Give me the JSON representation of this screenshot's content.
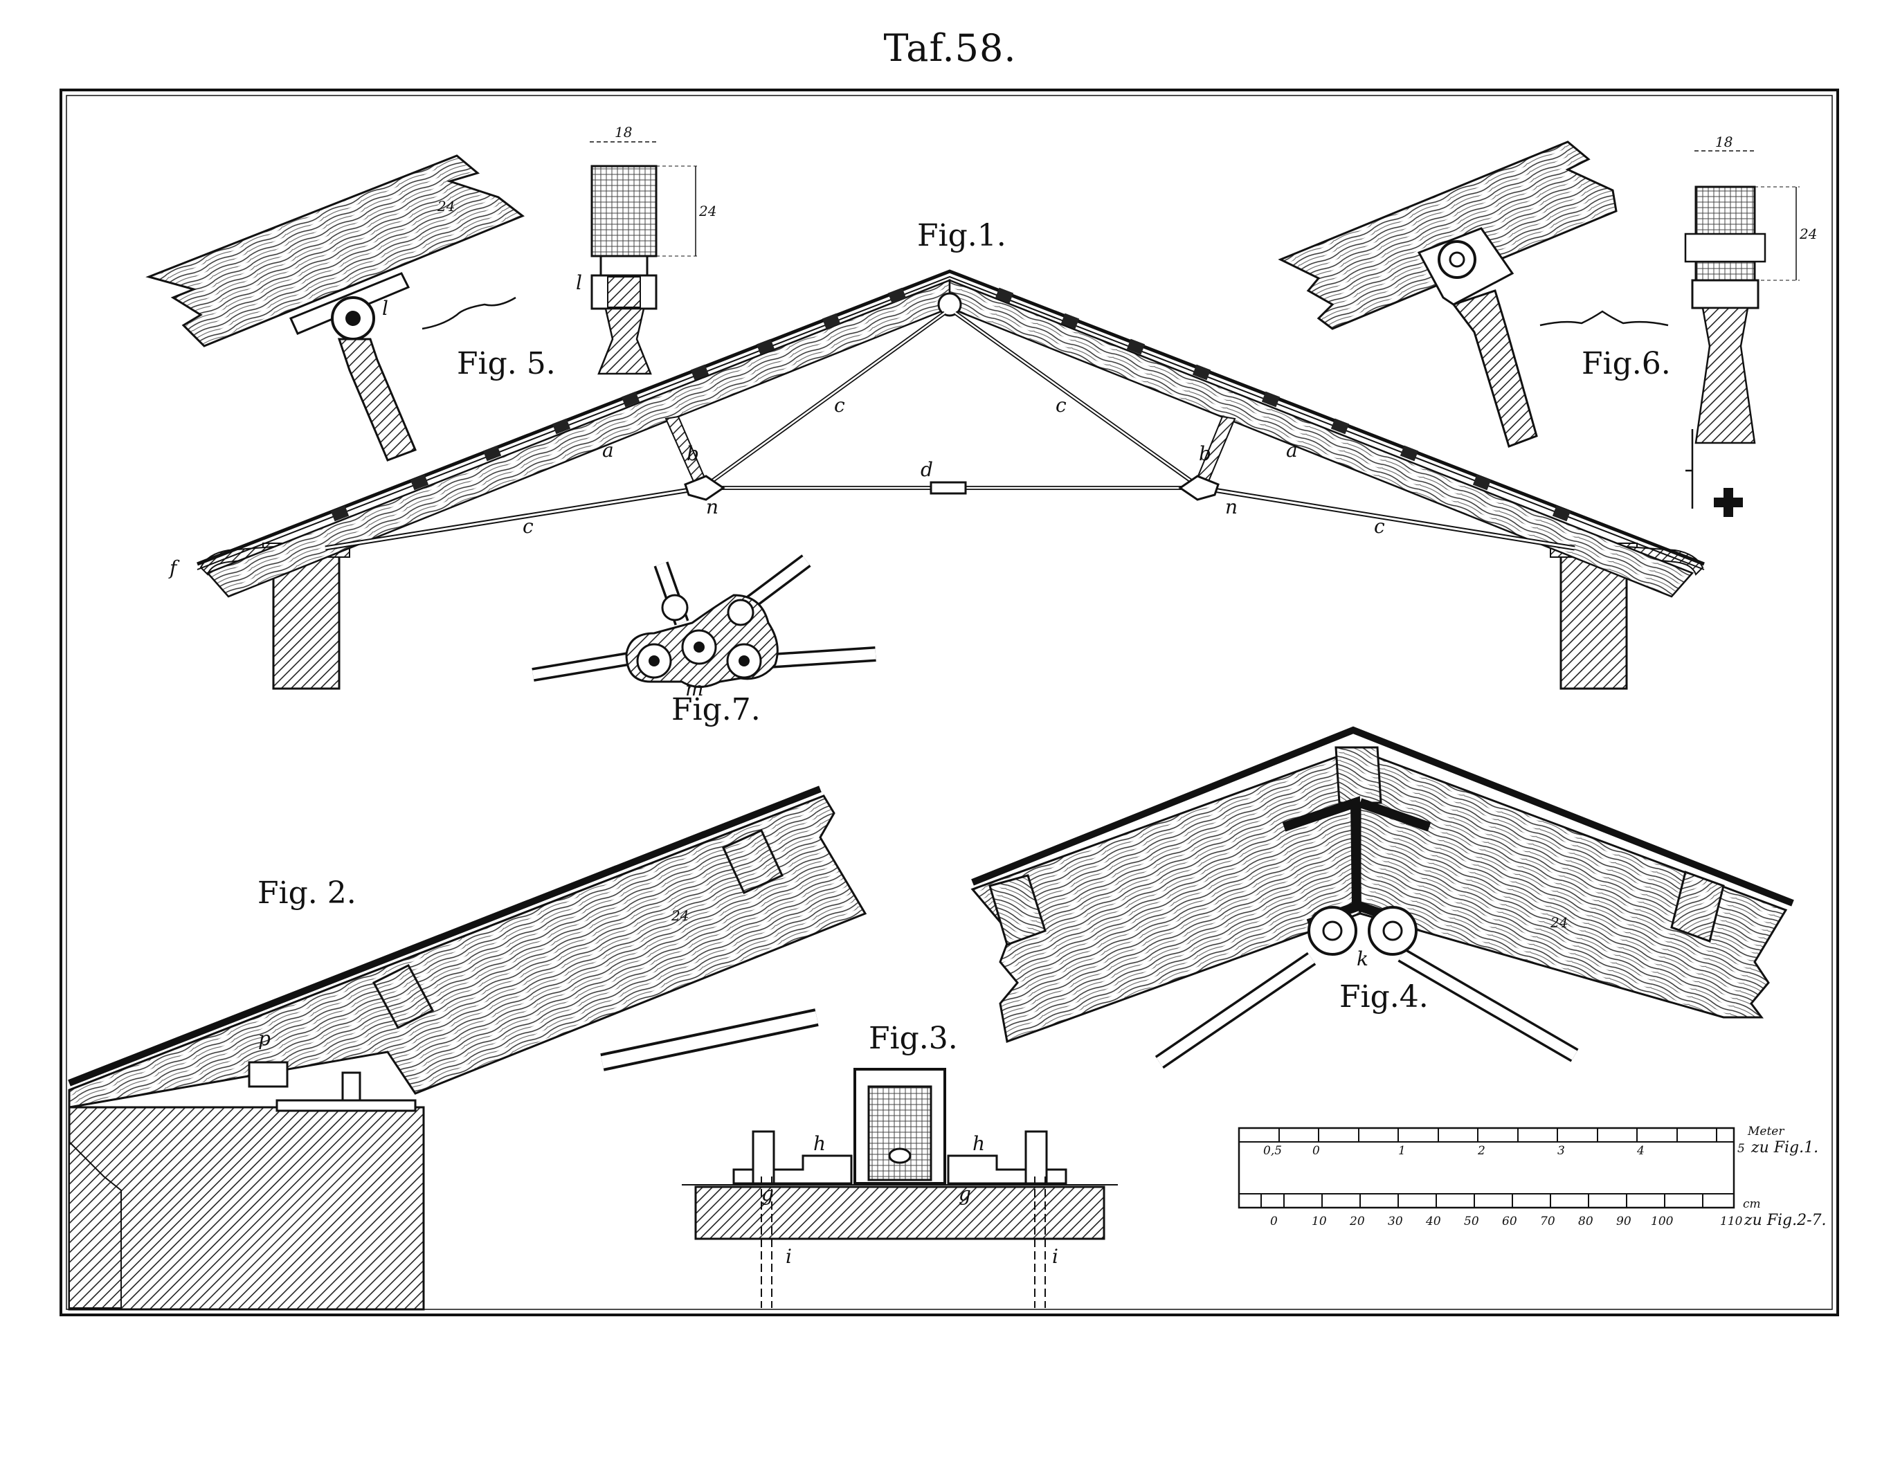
{
  "plate": {
    "title": "Taf.58."
  },
  "figures": {
    "fig1": "Fig.1.",
    "fig2": "Fig. 2.",
    "fig3": "Fig.3.",
    "fig4": "Fig.4.",
    "fig5": "Fig. 5.",
    "fig6": "Fig.6.",
    "fig7": "Fig.7."
  },
  "letters": {
    "a": "a",
    "b": "b",
    "c": "c",
    "d": "d",
    "n": "n",
    "f": "f",
    "l": "l",
    "m": "m",
    "k": "k",
    "p": "p",
    "h": "h",
    "g": "g",
    "i": "i"
  },
  "dimensions": {
    "width": "18",
    "height": "24"
  },
  "scale": {
    "top_ticks": [
      "0,5",
      "0",
      "1",
      "2",
      "3",
      "4",
      "5"
    ],
    "top_unit": "Meter",
    "top_caption": "zu Fig.1.",
    "bottom_ticks": [
      "0",
      "10",
      "20",
      "30",
      "40",
      "50",
      "60",
      "70",
      "80",
      "90",
      "100",
      "110"
    ],
    "bottom_unit": "cm",
    "bottom_caption": "zu Fig.2-7."
  },
  "colors": {
    "ink": "#111111",
    "paper": "#ffffff"
  }
}
